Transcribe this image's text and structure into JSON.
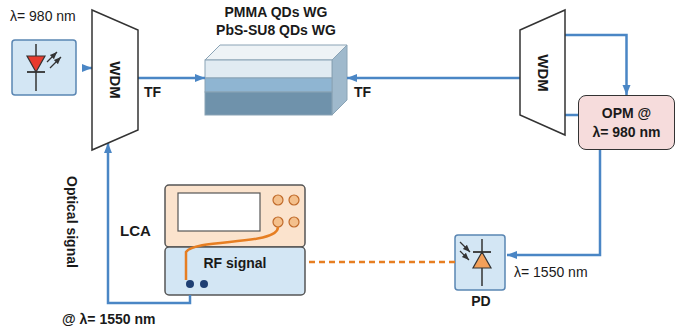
{
  "diagram": {
    "nodes": [
      {
        "text": [
          "λ= 980 nm"
        ]
      },
      {
        "text": [
          "WDM"
        ]
      },
      {
        "text": [
          "PMMA QDs WG",
          "PbS-SU8 QDs WG"
        ]
      },
      {
        "text": [
          "WDM"
        ]
      },
      {
        "text": [
          "OPM @",
          "λ= 980 nm"
        ]
      },
      {
        "text": [
          "LCA",
          "RF signal"
        ]
      },
      {
        "text": [
          "PD"
        ]
      }
    ],
    "edges": [
      {
        "from": 0,
        "to": 1,
        "arrow": "to"
      },
      {
        "from": 1,
        "to": 2,
        "arrow": "to",
        "label": "TF"
      },
      {
        "from": 3,
        "to": 2,
        "arrow": "to",
        "label": "TF"
      },
      {
        "from": 3,
        "to": 4,
        "arrow": "to"
      },
      {
        "from": 3,
        "to": 6,
        "arrow": "to"
      },
      {
        "from": 6,
        "to": 5,
        "arrow": "none"
      },
      {
        "from": 5,
        "to": 1,
        "arrow": "to"
      }
    ],
    "labels": [
      "Optical signal",
      "@ λ= 1550 nm",
      "λ= 1550 nm"
    ]
  }
}
